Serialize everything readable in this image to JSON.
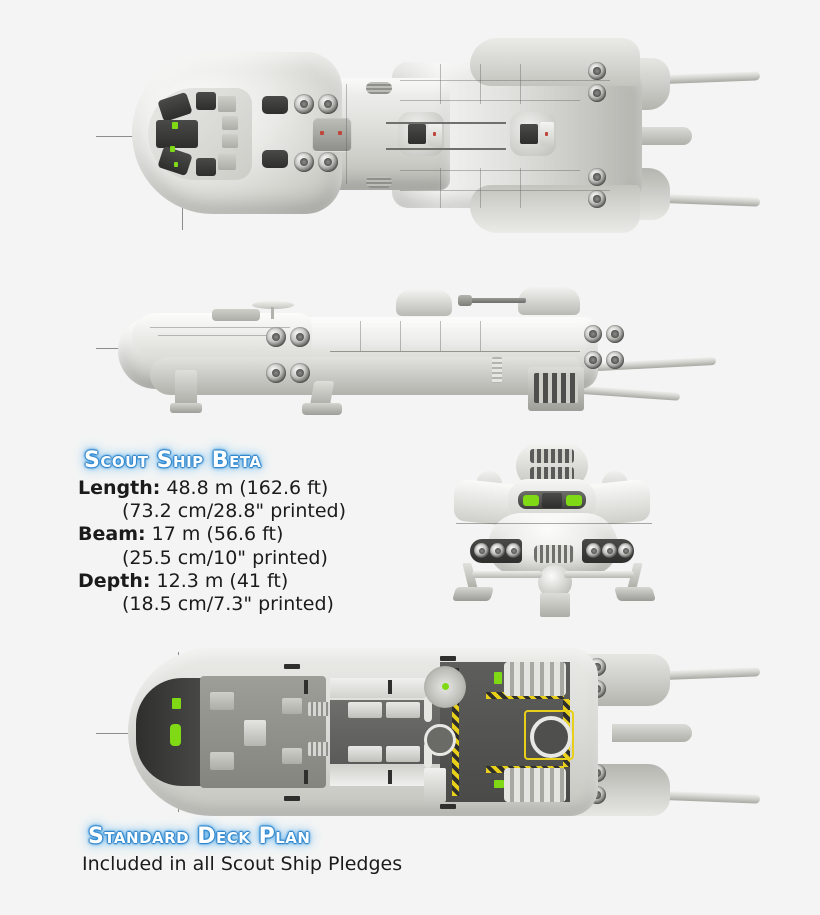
{
  "background_color": "#f4f4f4",
  "ship": {
    "title": "Scout Ship Beta",
    "title_color": "#ffffff",
    "title_glow_color": "#2f8fd8",
    "specs": [
      {
        "label": "Length:",
        "value": "48.8 m (162.6 ft)",
        "printed": "(73.2 cm/28.8\" printed)"
      },
      {
        "label": "Beam:",
        "value": "17 m (56.6 ft)",
        "printed": "(25.5 cm/10\" printed)"
      },
      {
        "label": "Depth:",
        "value": "12.3 m (41 ft)",
        "printed": "(18.5 cm/7.3\" printed)"
      }
    ]
  },
  "deck_plan": {
    "title": "Standard Deck Plan",
    "subtitle": "Included in all Scout Ship Pledges"
  },
  "views": [
    {
      "name": "top-view",
      "label": "Top orthographic view of the Scout Ship Beta hull"
    },
    {
      "name": "side-view",
      "label": "Side profile view of the Scout Ship Beta"
    },
    {
      "name": "front-view",
      "label": "Front elevation view of the Scout Ship Beta"
    },
    {
      "name": "deck-plan-view",
      "label": "Cutaway top deck plan of the Scout Ship Beta"
    }
  ],
  "colors": {
    "hull_light": "#f2f2f0",
    "hull_mid": "#cfcfca",
    "hull_dark": "#9b9b96",
    "bay_dark": "#3a3a38",
    "accent_green": "#7fd914",
    "accent_red": "#c0463c",
    "hazard_yellow": "#e8d01a",
    "crosshair": "#8d8d8d"
  }
}
